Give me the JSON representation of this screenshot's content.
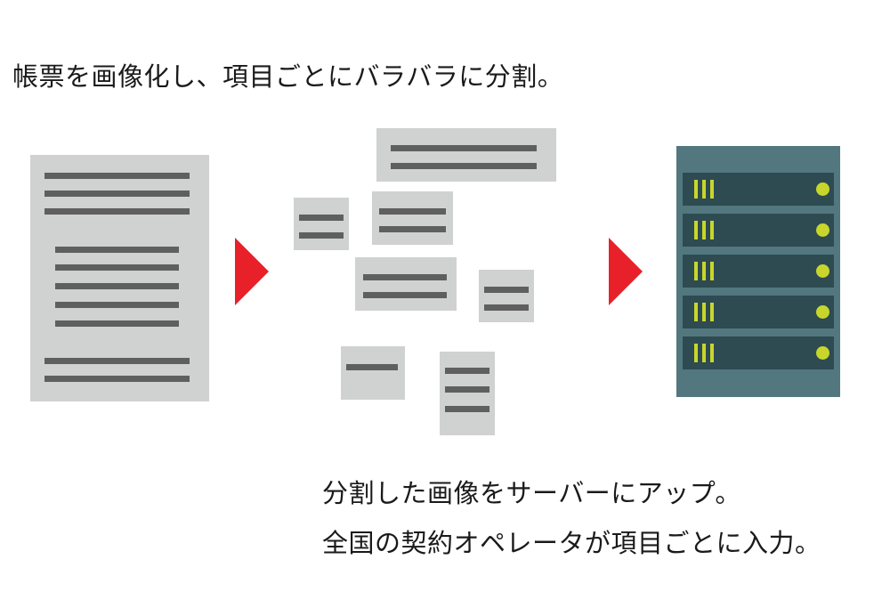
{
  "text": {
    "title": "帳票を画像化し、項目ごとにバラバラに分割。",
    "line1": "分割した画像をサーバーにアップ。",
    "line2": "全国の契約オペレータが項目ごとに入力。"
  },
  "colors": {
    "document": "#d0d1d1",
    "text_bar": "#5f5f5f",
    "arrow": "#e8202a",
    "server_body": "#52777f",
    "server_unit": "#2e4b52",
    "server_light": "#c8d62b"
  },
  "icons": [
    "document-icon",
    "arrow-right-icon",
    "fragment-icon",
    "server-icon"
  ]
}
